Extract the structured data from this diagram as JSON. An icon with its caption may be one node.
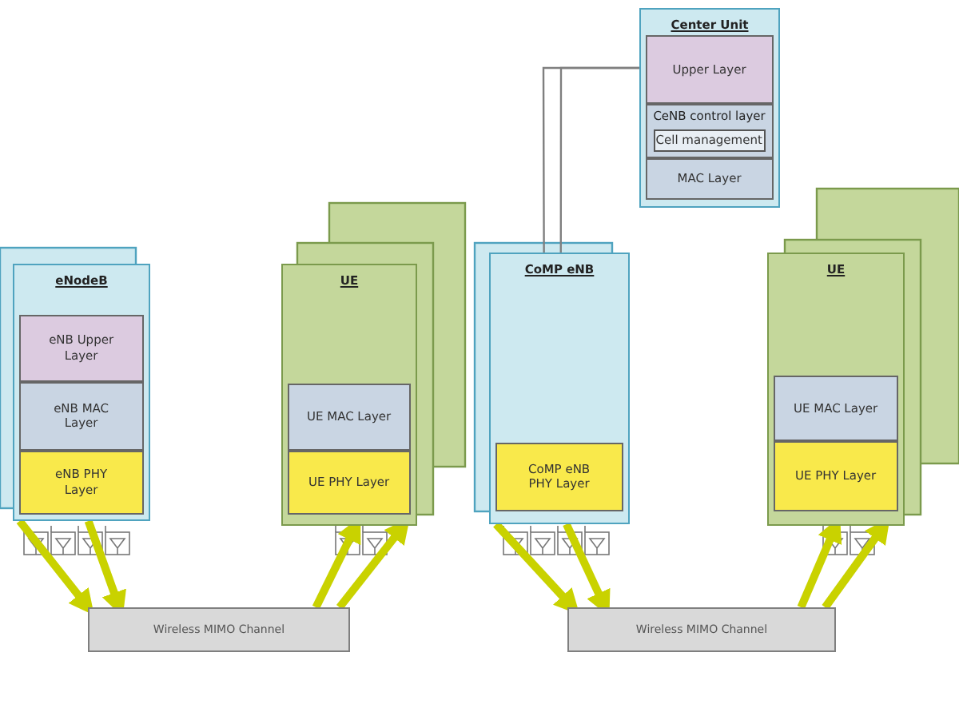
{
  "diagram": {
    "nodes": [
      {
        "text": [
          "eNodeB"
        ]
      },
      {
        "text": [
          "eNB Upper Layer"
        ],
        "in": 0
      },
      {
        "text": [
          "eNB MAC Layer"
        ],
        "in": 0
      },
      {
        "text": [
          "eNB PHY Layer"
        ],
        "in": 0
      },
      {
        "text": [
          "UE"
        ]
      },
      {
        "text": [
          "UE MAC Layer"
        ],
        "in": 4
      },
      {
        "text": [
          "UE PHY Layer"
        ],
        "in": 4
      },
      {
        "text": [
          "Wireless MIMO Channel"
        ]
      },
      {
        "text": [
          "Center Unit"
        ]
      },
      {
        "text": [
          "Upper Layer"
        ],
        "in": 8
      },
      {
        "text": [
          "CeNB control layer"
        ],
        "in": 8
      },
      {
        "text": [
          "Cell management"
        ],
        "in": 10
      },
      {
        "text": [
          "MAC Layer"
        ],
        "in": 8
      },
      {
        "text": [
          "CoMP eNB"
        ]
      },
      {
        "text": [
          "CoMP eNB PHY Layer"
        ],
        "in": 13
      },
      {
        "text": [
          "UE"
        ]
      },
      {
        "text": [
          "UE MAC Layer"
        ],
        "in": 15
      },
      {
        "text": [
          "UE PHY Layer"
        ],
        "in": 15
      },
      {
        "text": [
          "Wireless MIMO Channel"
        ]
      }
    ],
    "edges": [
      {
        "from": 0,
        "to": 7,
        "arrow": "to"
      },
      {
        "from": 0,
        "to": 7,
        "arrow": "to"
      },
      {
        "from": 7,
        "to": 4,
        "arrow": "to"
      },
      {
        "from": 7,
        "to": 4,
        "arrow": "to"
      },
      {
        "from": 8,
        "to": 13,
        "arrow": "none",
        "color": "#7f7f7f"
      },
      {
        "from": 8,
        "to": 13,
        "arrow": "none",
        "color": "#7f7f7f"
      },
      {
        "from": 13,
        "to": 18,
        "arrow": "to"
      },
      {
        "from": 13,
        "to": 18,
        "arrow": "to"
      },
      {
        "from": 18,
        "to": 15,
        "arrow": "to"
      },
      {
        "from": 18,
        "to": 15,
        "arrow": "to"
      }
    ]
  }
}
